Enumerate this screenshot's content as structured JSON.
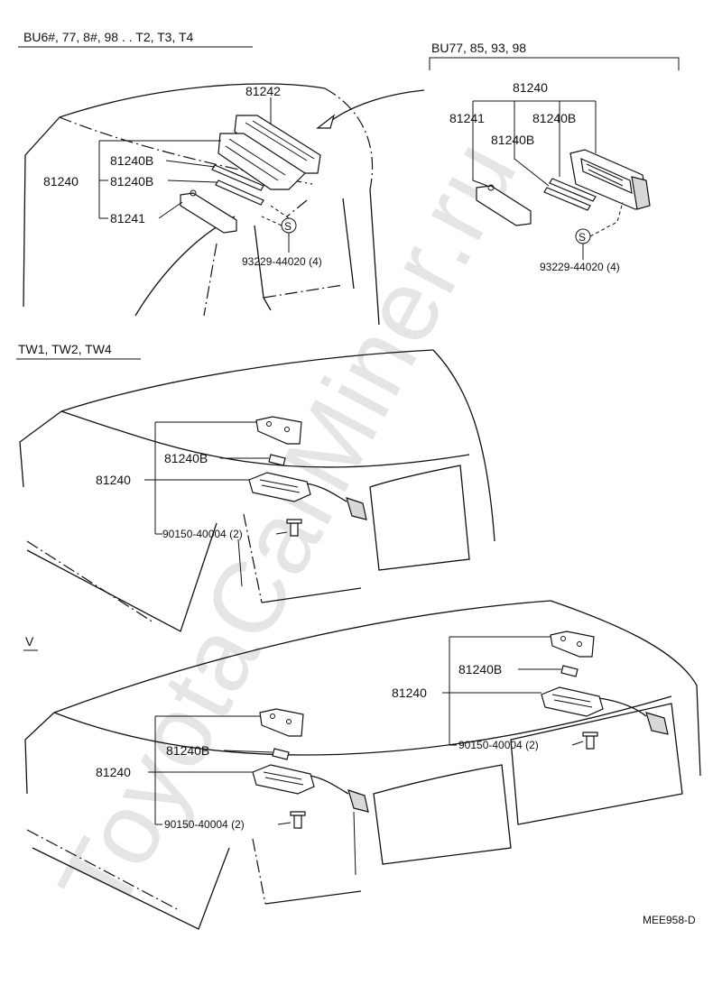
{
  "watermark": "ToyotaCarMiner.ru",
  "figure_code": "MEE958-D",
  "sections": {
    "top_left": {
      "header": "BU6#, 77, 8#, 98 . . T2, T3, T4",
      "labels": {
        "p81242": "81242",
        "p81240": "81240",
        "p81240B_a": "81240B",
        "p81240B_b": "81240B",
        "p81241": "81241",
        "screw_ref": "93229-44020 (4)",
        "screw_symbol": "S"
      }
    },
    "top_right": {
      "header": "BU77, 85, 93, 98",
      "labels": {
        "p81240": "81240",
        "p81241": "81241",
        "p81240B_a": "81240B",
        "p81240B_b": "81240B",
        "screw_ref": "93229-44020 (4)",
        "screw_symbol": "S"
      }
    },
    "middle": {
      "header": "TW1, TW2, TW4",
      "labels": {
        "p81240B": "81240B",
        "p81240": "81240",
        "screw_ref": "90150-40004 (2)"
      }
    },
    "bottom": {
      "header": "V",
      "left_labels": {
        "p81240B": "81240B",
        "p81240": "81240",
        "screw_ref": "90150-40004 (2)"
      },
      "right_labels": {
        "p81240B": "81240B",
        "p81240": "81240",
        "screw_ref": "90150-40004 (2)"
      }
    }
  }
}
